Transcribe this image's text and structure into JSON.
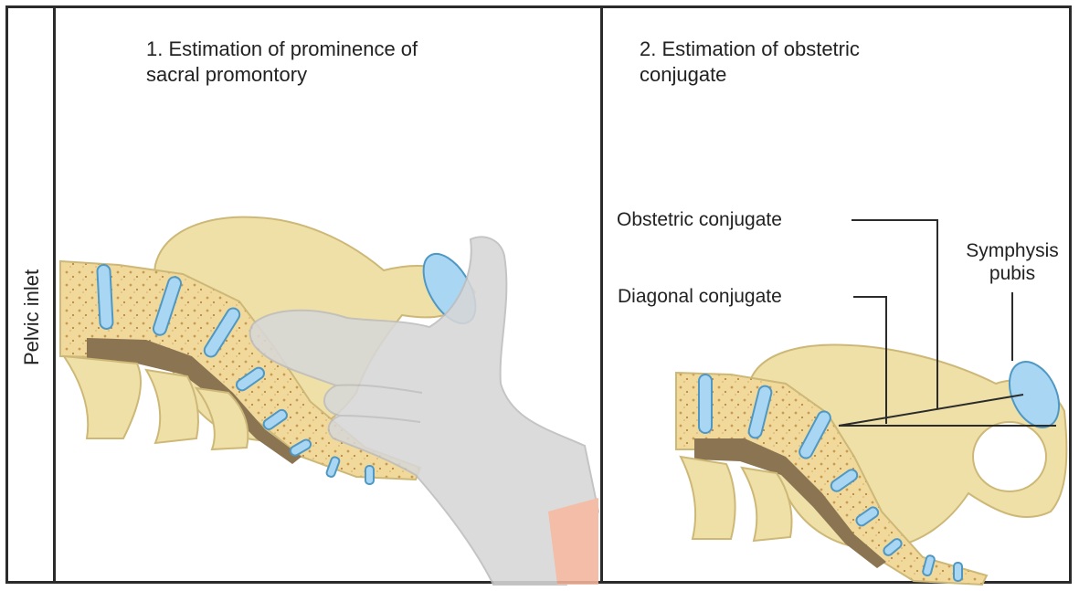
{
  "side_label": "Pelvic inlet",
  "panel_left": {
    "title_line1": "1.  Estimation of prominence of",
    "title_line2": "sacral promontory"
  },
  "panel_right": {
    "title_line1": "2.  Estimation of obstetric",
    "title_line2": "conjugate",
    "labels": {
      "obstetric_conjugate": "Obstetric conjugate",
      "diagonal_conjugate": "Diagonal conjugate",
      "symphysis_line1": "Symphysis",
      "symphysis_line2": "pubis"
    }
  },
  "colors": {
    "bone": "#efe0a8",
    "bone_outline": "#cdb877",
    "disc": "#a9d6f2",
    "disc_outline": "#4f98c4",
    "canal": "#8b7452",
    "glove": "#d7d7d7",
    "skin": "#f2b49b",
    "line": "#2b2b2b"
  },
  "icons": [
    "pelvis-left-illustration",
    "gloved-hand-icon",
    "pelvis-right-illustration"
  ]
}
